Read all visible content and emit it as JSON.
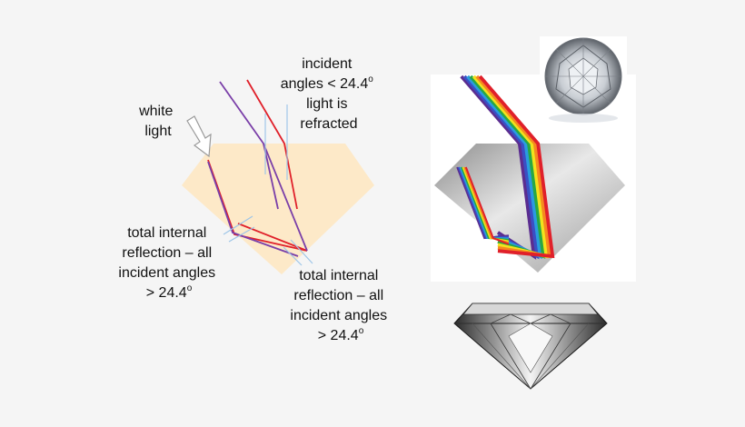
{
  "labels": {
    "white_light": [
      "white",
      "light"
    ],
    "refracted": [
      "incident",
      "angles < 24.4",
      "o",
      "light is",
      "refracted"
    ],
    "tir_left": [
      "total internal",
      "reflection – all",
      "incident angles",
      "> 24.4",
      "o"
    ],
    "tir_right": [
      "total internal",
      "reflection – all",
      "incident angles",
      "> 24.4",
      "o"
    ]
  },
  "colors": {
    "diamond_fill": "#fde9c8",
    "ray_red": "#e0202a",
    "ray_purple": "#7a3fa8",
    "normal_line": "#9fc6e8",
    "gray_diamond": "#b8b8b8",
    "spectrum": [
      "#5b2d90",
      "#3b4fc4",
      "#2a9be0",
      "#27a844",
      "#f2e21d",
      "#f58a1f",
      "#e0202a"
    ]
  }
}
